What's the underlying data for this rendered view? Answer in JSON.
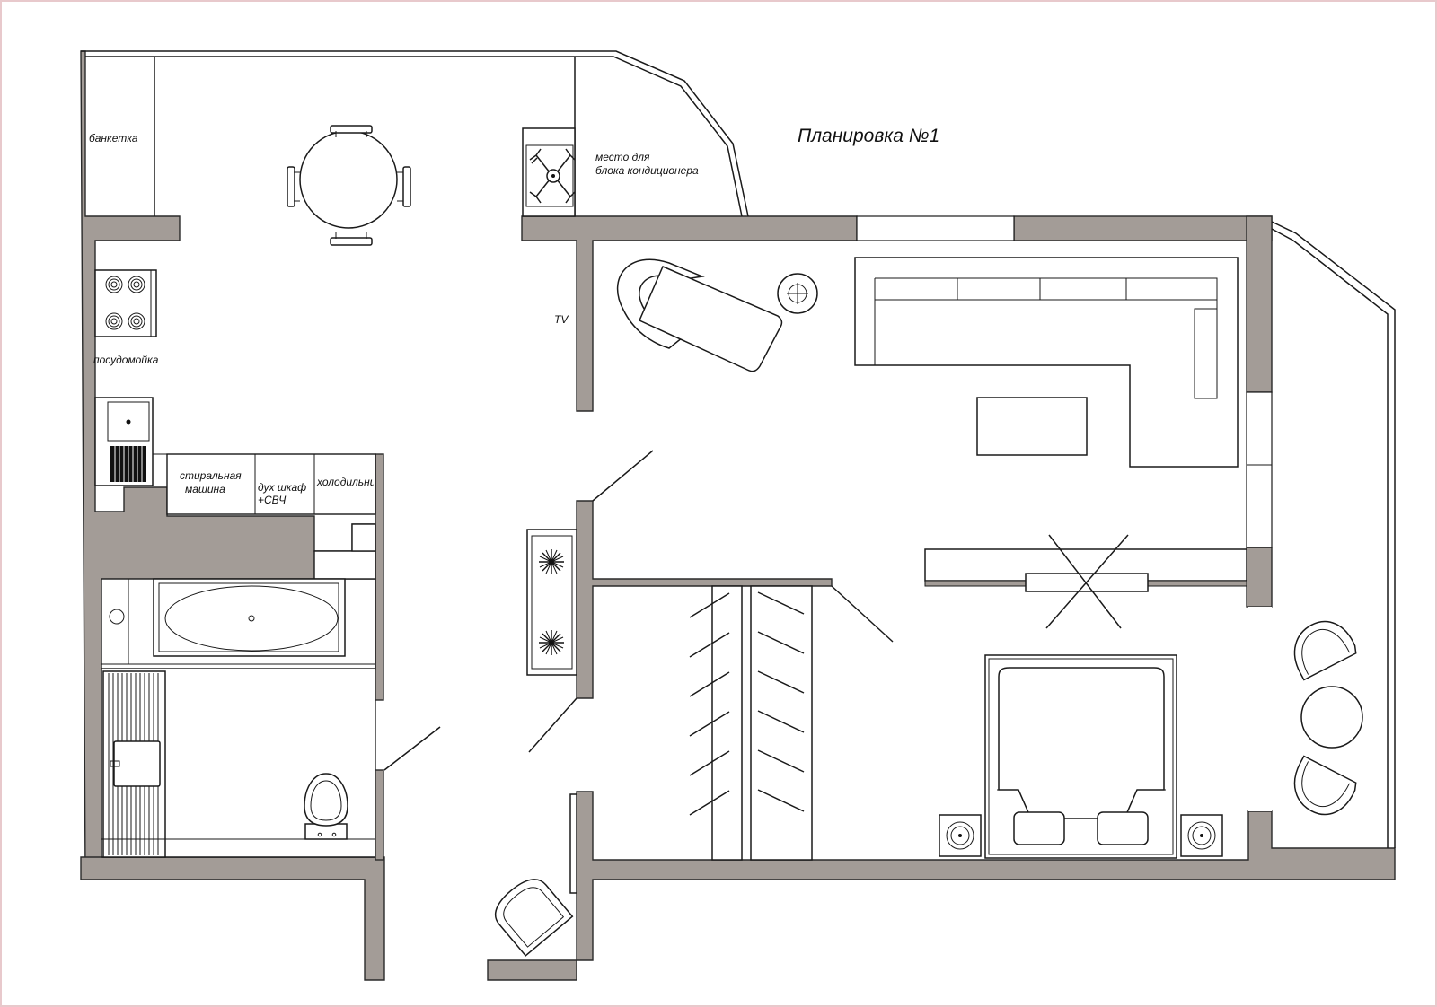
{
  "title": "Планировка №1",
  "labels": {
    "banketka": "банкетка",
    "posudomoika": "посудомойка",
    "stiralnaya1": "стиральная",
    "stiralnaya2": "машина",
    "dukh1": "дух шкаф",
    "dukh2": "+СВЧ",
    "kholodilnik": "холодильник",
    "tv": "TV",
    "conditioner1": "место для",
    "conditioner2": "блока кондиционера"
  },
  "colors": {
    "wall": "#a39c97",
    "line": "#1a1a1a",
    "frame": "#e8c9cc",
    "background": "#ffffff"
  }
}
